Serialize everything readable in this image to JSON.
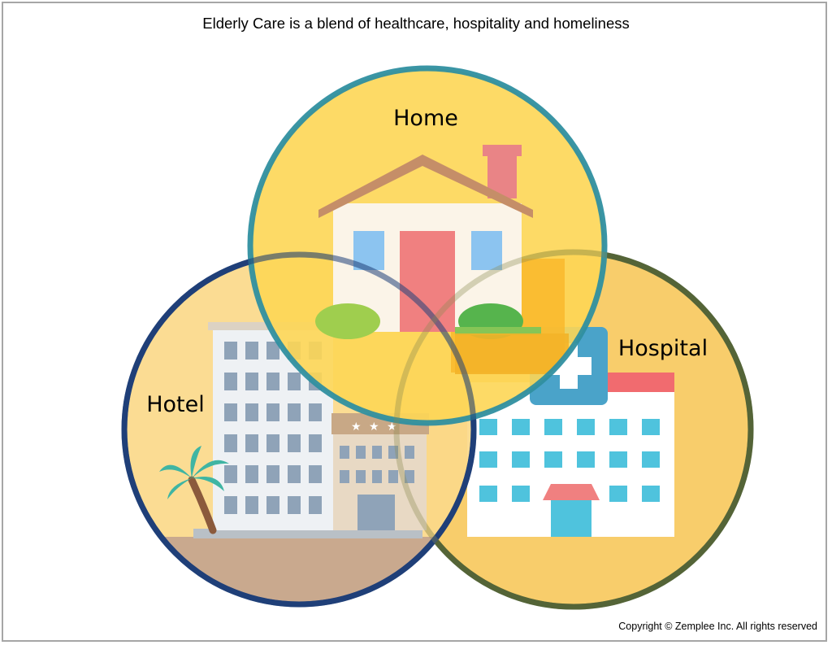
{
  "title": "Elderly Care is a blend of healthcare, hospitality and homeliness",
  "circles": {
    "home": {
      "label": "Home",
      "icon": "house-icon",
      "ring_color": "#2f8fa0",
      "fill_color": "#fdd655"
    },
    "hotel": {
      "label": "Hotel",
      "icon": "hotel-building-icon",
      "ring_color": "#1f3f78",
      "fill_color": "#fbd98a"
    },
    "hospital": {
      "label": "Hospital",
      "icon": "hospital-building-icon",
      "ring_color": "#38502a",
      "fill_color": "#f8cd6b"
    }
  },
  "copyright": "Copyright © Zemplee Inc. All rights reserved"
}
